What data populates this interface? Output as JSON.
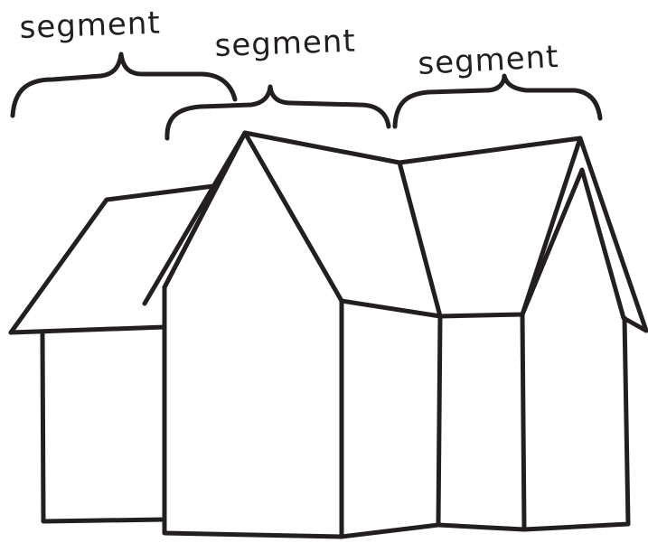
{
  "labels": {
    "left": "segment",
    "middle": "segment",
    "right": "segment"
  },
  "colors": {
    "ink": "#231f20",
    "paper": "#ffffff"
  }
}
